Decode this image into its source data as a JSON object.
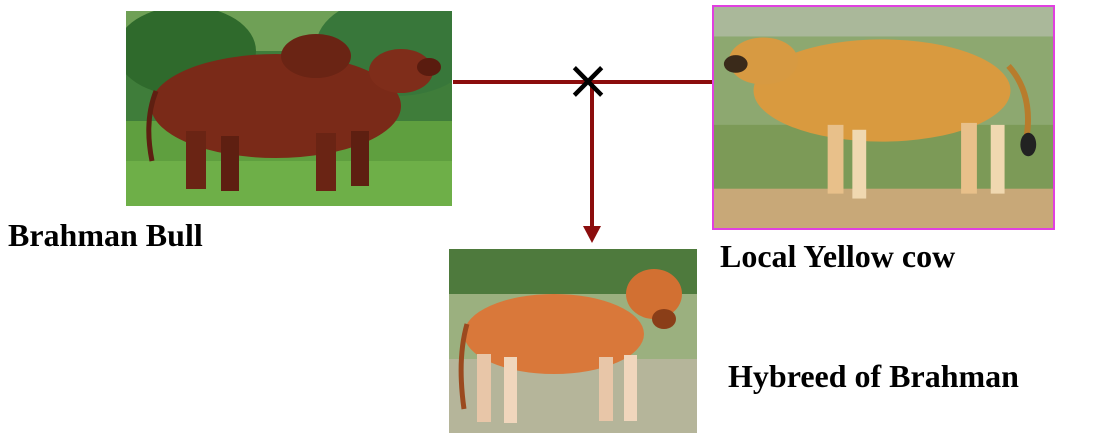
{
  "parents": {
    "bull": {
      "label": "Brahman Bull"
    },
    "cow": {
      "label": "Local Yellow cow"
    }
  },
  "offspring": {
    "label": "Hybreed of Brahman"
  },
  "cross_symbol": "×",
  "colors": {
    "connector": "#8b0d0d",
    "cow_frame": "#e040e0",
    "cross_mark": "#000000"
  }
}
